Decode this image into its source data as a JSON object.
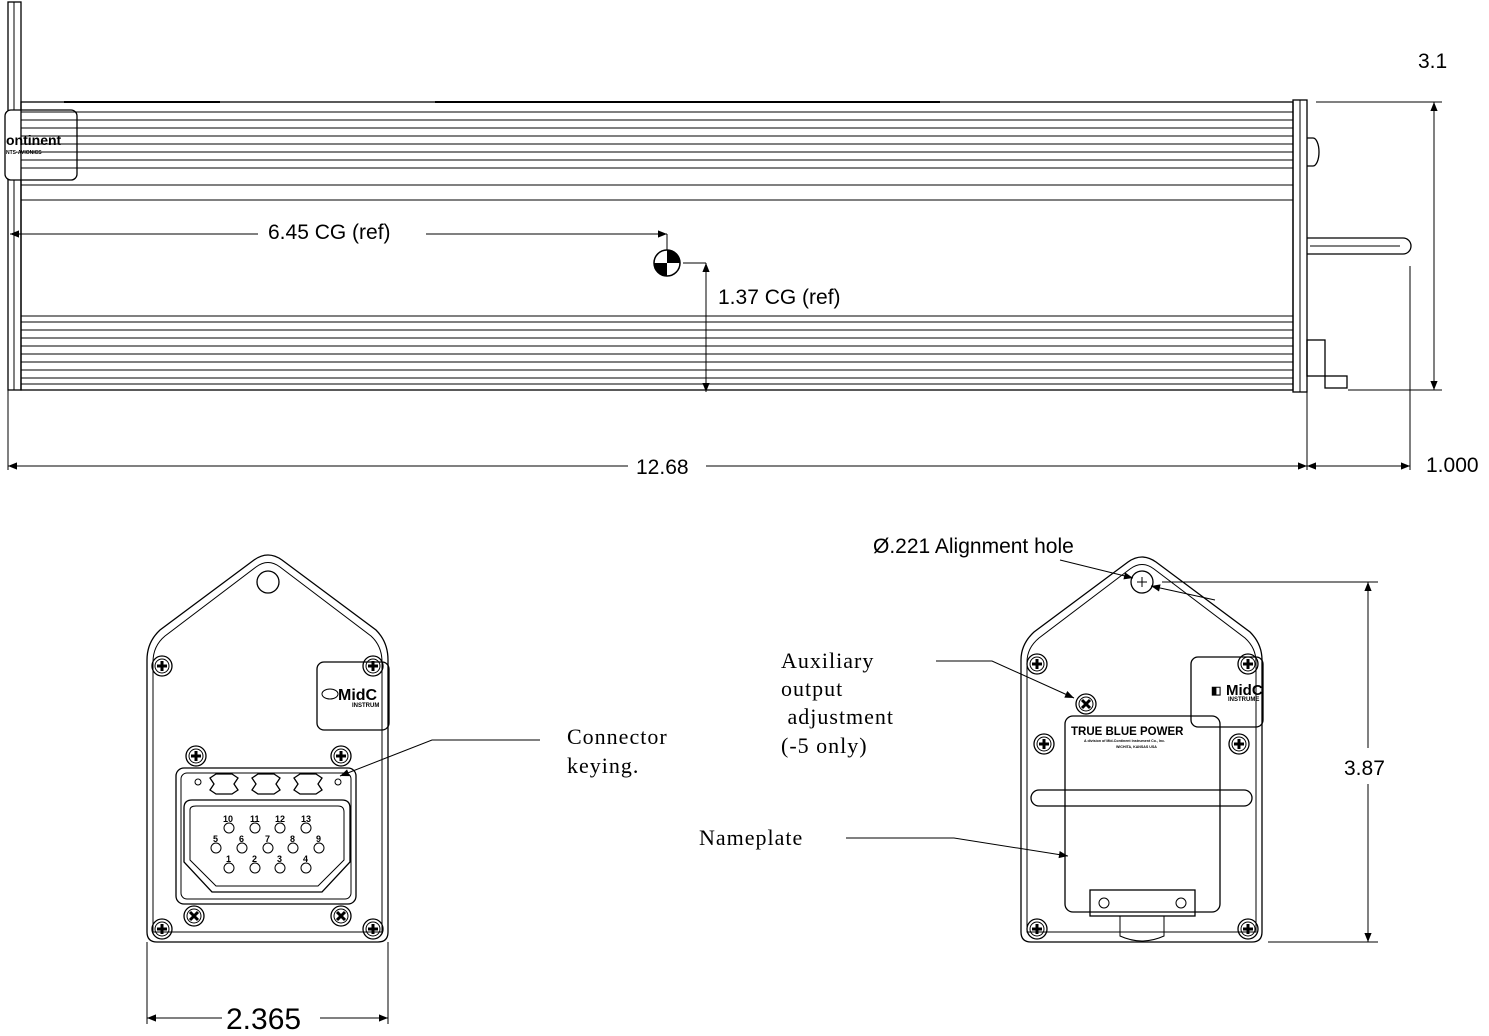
{
  "side_view": {
    "height_dim": "3.1",
    "length_dim": "12.68",
    "flange_dim": "1.000",
    "cg_x_label": "6.45 CG (ref)",
    "cg_y_label": "1.37 CG (ref)",
    "logo_text": "ontinent",
    "logo_sub": "NTS•AVIONICS"
  },
  "rear_view": {
    "width_dim": "2.365",
    "connector_note": [
      "Connector",
      "keying."
    ],
    "logo_text": "MidC",
    "logo_sub": "INSTRUM",
    "pins_top": [
      "10",
      "11",
      "12",
      "13"
    ],
    "pins_mid": [
      "5",
      "6",
      "7",
      "8",
      "9"
    ],
    "pins_bot": [
      "1",
      "2",
      "3",
      "4"
    ]
  },
  "front_view": {
    "hole_note": "Ø.221 Alignment hole",
    "height_dim": "3.87",
    "aux_note": [
      "Auxiliary",
      "output",
      " adjustment",
      "(-5 only)"
    ],
    "nameplate_note": "Nameplate",
    "nameplate_title": "TRUE BLUE POWER",
    "nameplate_line1": "A division of Mid-Continent Instrument Co., Inc.",
    "nameplate_line2": "WICHITA, KANSAS USA",
    "logo_text": "MidC",
    "logo_sub": "INSTRUME"
  }
}
